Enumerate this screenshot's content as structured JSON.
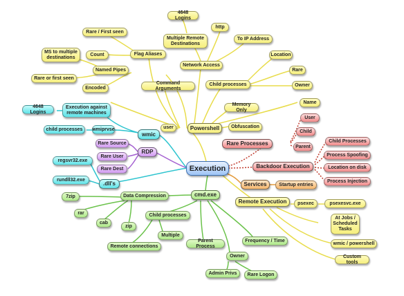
{
  "colors": {
    "yellow": "#e8dc4a",
    "red": "#c0392b",
    "orange": "#e39a3a",
    "green": "#6ac24a",
    "cyan": "#2ec4cf",
    "purple": "#a45fd1"
  },
  "root": {
    "label": "Execution"
  },
  "powershell": {
    "label": "Powershell",
    "user": "user",
    "memory_only": "Memory Only",
    "obfuscation": "Obfuscation",
    "encoded": "Encoded",
    "named_pipes": "Named Pipes",
    "ms_multiple": "MS to multiple destinations",
    "rare_or_first_seen": "Rare or first seen",
    "flag_aliases": "Flag Aliases",
    "rare_first_seen": "Rare / First seen",
    "count": "Count",
    "command_arguments": "Command Arguments",
    "network_access": "Network Access",
    "multiple_remote": "Multiple Remote Destinations",
    "logins_4648": "4648 Logins",
    "http": "http",
    "to_ip": "To IP Address",
    "child_processes": "Child processes",
    "location": "Location",
    "rare": "Rare",
    "owner": "Owner",
    "name": "Name"
  },
  "wmic": {
    "label": "wmic",
    "execution_remote": "Execution against remote machines",
    "logins_4648": "4648 Logins",
    "wmiprvse": "wmiprvse",
    "child_processes": "child processes"
  },
  "rdp": {
    "label": "RDP",
    "rare_source": "Rare Source",
    "rare_user": "Rare User",
    "rare_dest": "Rare Dest"
  },
  "dlls": {
    "label": ".dll's",
    "regsvr32": "regsvr32.exe",
    "rundll32": "rundll32.exe"
  },
  "rare_processes": {
    "label": "Rare Processes",
    "user": "User",
    "child": "Child",
    "parent": "Parent"
  },
  "backdoor": {
    "label": "Backdoor Execution",
    "child_processes": "Child Processes",
    "process_spoofing": "Process Spoofing",
    "location_on_disk": "Location on disk",
    "process_injection": "Process Injection"
  },
  "services": {
    "label": "Services",
    "startup_entries": "Startup entries"
  },
  "remote_execution": {
    "label": "Remote Execution",
    "psexec": "psexec",
    "psexesvc": "psexesvc.exe",
    "at_jobs": "At Jobs / Scheduled Tasks",
    "wmic_powershell": "wmic / powershell",
    "custom_tools": "Custom tools"
  },
  "cmd": {
    "label": "cmd.exe",
    "data_compression": "Data Compression",
    "zip7": "7zip",
    "rar": "rar",
    "cab": "cab",
    "zip": "zip",
    "child_processes": "Child processes",
    "multiple": "Multiple",
    "remote_connections": "Remote connections",
    "parent_process": "Parent Process",
    "frequency_time": "Frequency / Time",
    "owner": "Owner",
    "admin_privs": "Admin Privs",
    "rare_logon": "Rare Logon"
  }
}
